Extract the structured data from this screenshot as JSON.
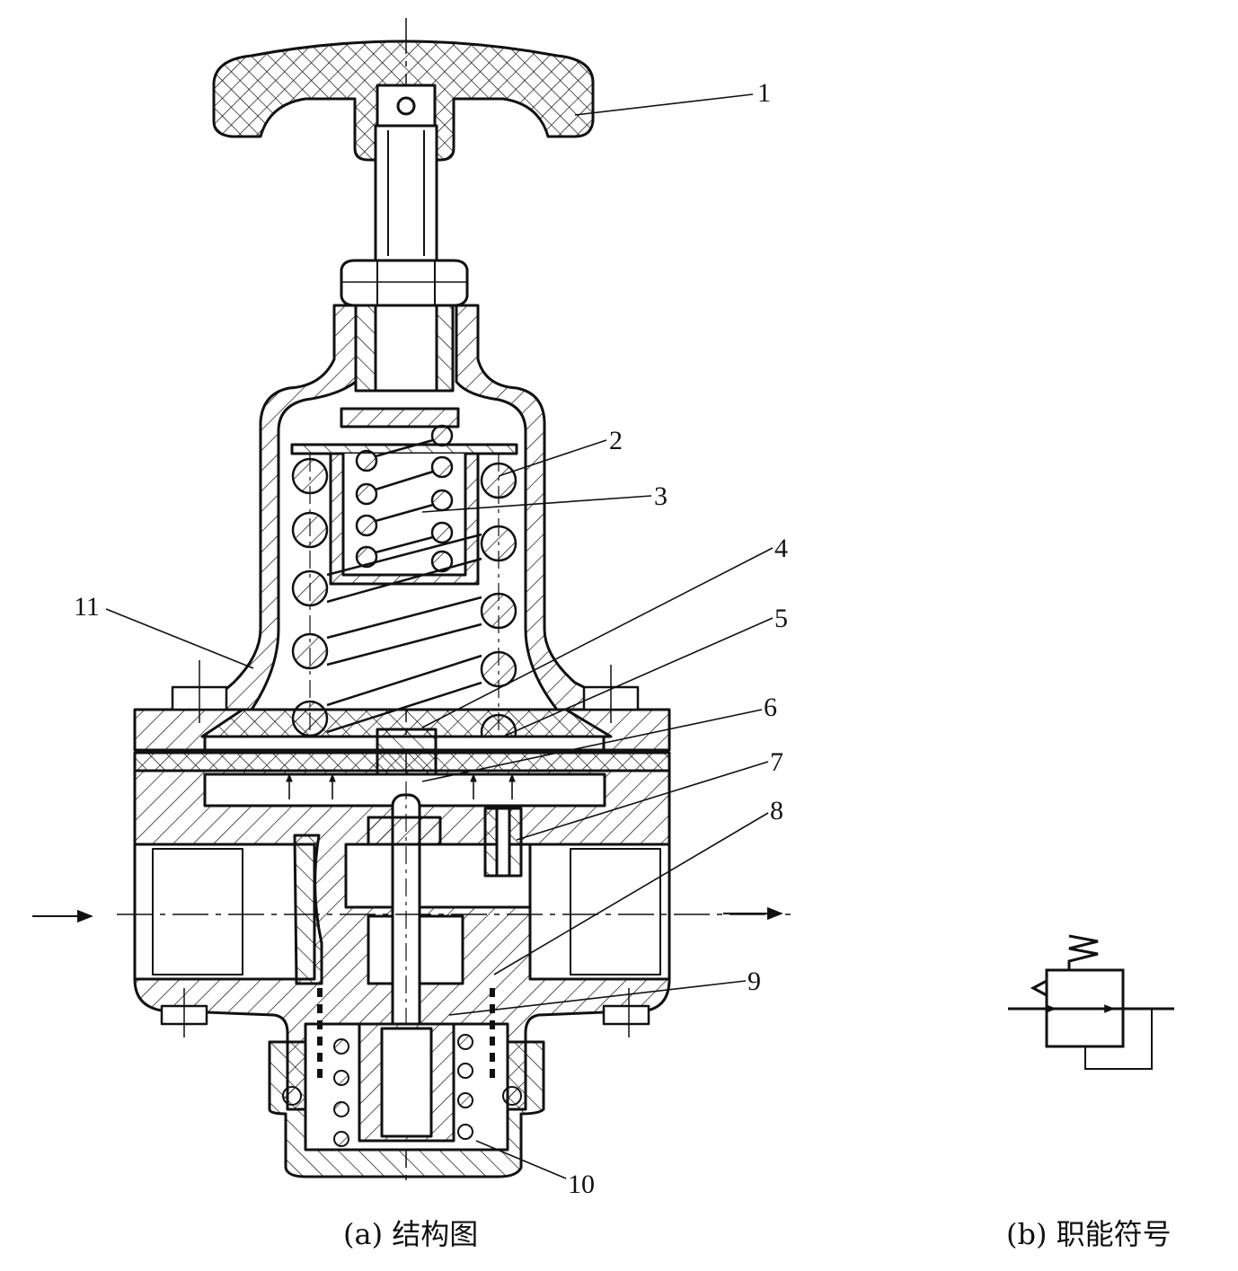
{
  "figure": {
    "caption_a": "(a) 结构图",
    "caption_b": "(b) 职能符号"
  },
  "callouts": [
    {
      "id": "1",
      "text": "1"
    },
    {
      "id": "2",
      "text": "2"
    },
    {
      "id": "3",
      "text": "3"
    },
    {
      "id": "4",
      "text": "4"
    },
    {
      "id": "5",
      "text": "5"
    },
    {
      "id": "6",
      "text": "6"
    },
    {
      "id": "7",
      "text": "7"
    },
    {
      "id": "8",
      "text": "8"
    },
    {
      "id": "9",
      "text": "9"
    },
    {
      "id": "10",
      "text": "10"
    },
    {
      "id": "11",
      "text": "11"
    }
  ],
  "colors": {
    "ink": "#111111",
    "paper": "#ffffff"
  }
}
